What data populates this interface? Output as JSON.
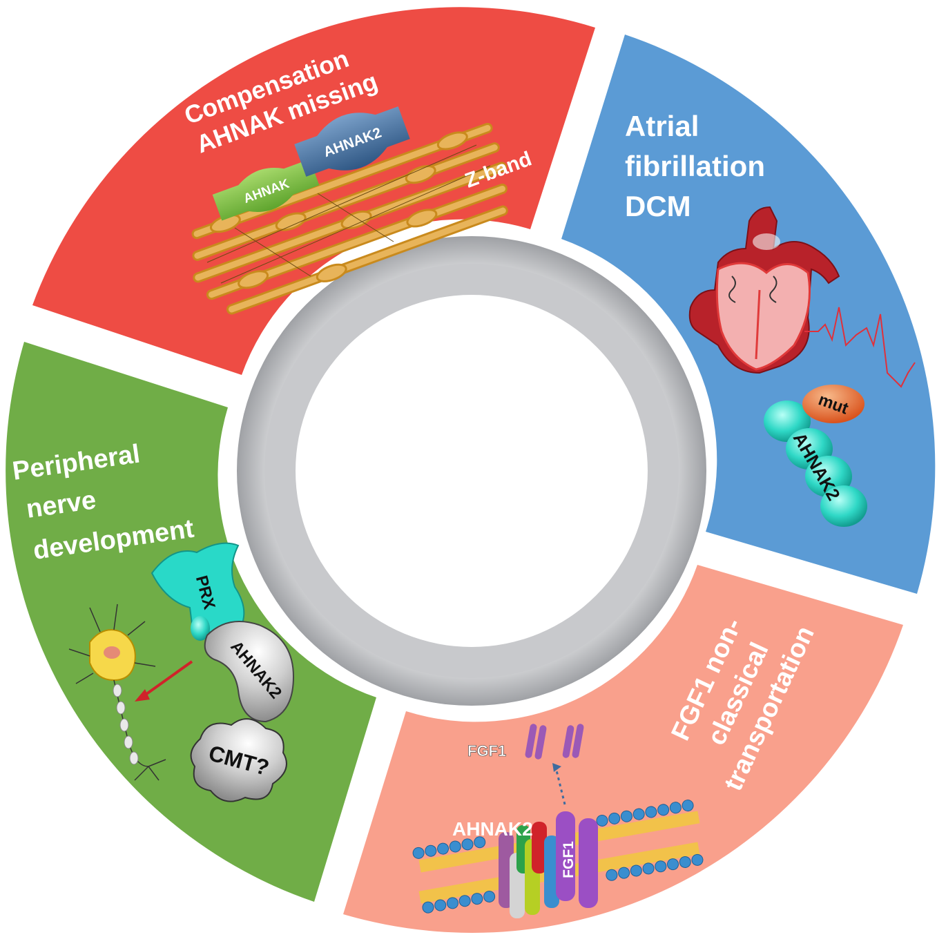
{
  "colors": {
    "red": "#ee4c44",
    "blue": "#5b9bd5",
    "salmon": "#f9a08c",
    "green": "#70ad47",
    "center_ring": "#cfd0d3",
    "center_inner": "#ffffff",
    "teal": "#29d9c8",
    "ahnak_green": "#7dc242",
    "ahnak2_blue": "#3f6c9e",
    "orange_mut": "#e8652a",
    "purple": "#9b59b6"
  },
  "segments": {
    "top": {
      "lines": [
        "Compensation",
        "AHNAK missing"
      ],
      "z_band": "Z-band",
      "ahnak": "AHNAK",
      "ahnak2": "AHNAK2",
      "icon": "sarcomere-icon"
    },
    "right": {
      "lines": [
        "Atrial",
        "fibrillation",
        "DCM"
      ],
      "mut": "mut",
      "ahnak2": "AHNAK2",
      "icon": "heart-icon"
    },
    "bottom": {
      "lines": [
        "FGF1 non-",
        "classical",
        "transportation"
      ],
      "fgf1_top": "FGF1",
      "ahnak2": "AHNAK2",
      "fgf1_membrane": "FGF1",
      "icon": "membrane-icon"
    },
    "left": {
      "lines": [
        "Peripheral",
        "nerve",
        "development"
      ],
      "prx": "PRX",
      "ahnak2": "AHNAK2",
      "cmt": "CMT?",
      "icon": "neuron-icon"
    }
  }
}
